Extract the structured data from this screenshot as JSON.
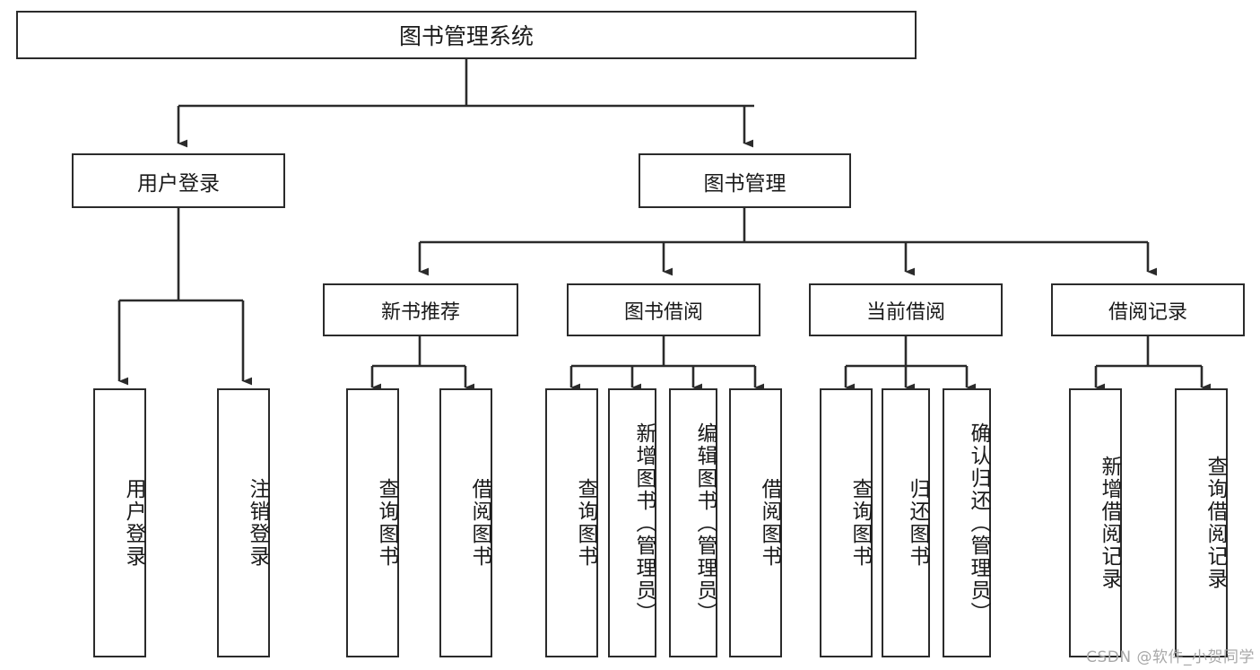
{
  "diagram": {
    "title": "图书管理系统",
    "type": "tree-hierarchy",
    "watermark": "CSDN @软件_小贺同学",
    "colors": {
      "box_border": "#2b2b2b",
      "box_fill": "#ffffff",
      "connector": "#2b2b2b",
      "text": "#1a1a1a",
      "watermark": "#a8a8a8"
    }
  },
  "root": {
    "label": "图书管理系统"
  },
  "level1": [
    {
      "label": "用户登录"
    },
    {
      "label": "图书管理"
    }
  ],
  "level2": [
    {
      "label": "新书推荐"
    },
    {
      "label": "图书借阅"
    },
    {
      "label": "当前借阅"
    },
    {
      "label": "借阅记录"
    }
  ],
  "leaves": {
    "user_login": [
      {
        "label": "用户登录"
      },
      {
        "label": "注销登录"
      }
    ],
    "new_book_recommend": [
      {
        "label": "查询图书"
      },
      {
        "label": "借阅图书"
      }
    ],
    "book_borrow": [
      {
        "label": "查询图书"
      },
      {
        "label": "新增图书（管理员）"
      },
      {
        "label": "编辑图书（管理员）"
      },
      {
        "label": "借阅图书"
      }
    ],
    "current_borrow": [
      {
        "label": "查询图书"
      },
      {
        "label": "归还图书"
      },
      {
        "label": "确认归还（管理员）"
      }
    ],
    "borrow_record": [
      {
        "label": "新增借阅记录"
      },
      {
        "label": "查询借阅记录"
      }
    ]
  }
}
